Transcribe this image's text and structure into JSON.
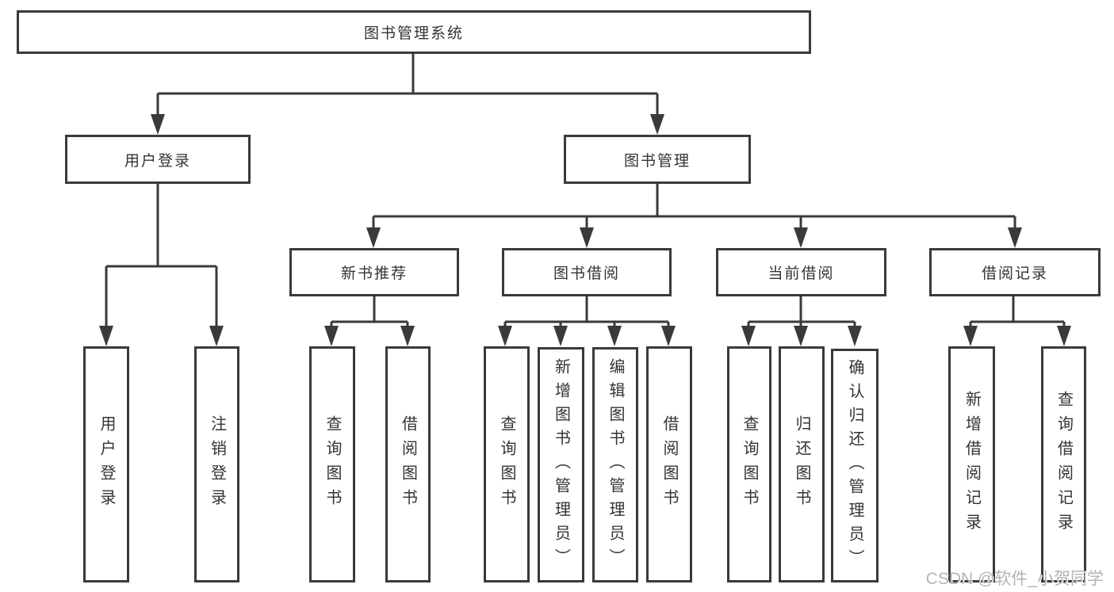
{
  "colors": {
    "line": "#3a3a3a",
    "text": "#333333",
    "watermark_text": "#b3b3b3",
    "background": "#ffffff"
  },
  "tree": {
    "label": "图书管理系统",
    "children": [
      {
        "label": "用户登录",
        "children": [
          {
            "label": "用户登录"
          },
          {
            "label": "注销登录"
          }
        ]
      },
      {
        "label": "图书管理",
        "children": [
          {
            "label": "新书推荐",
            "children": [
              {
                "label": "查询图书"
              },
              {
                "label": "借阅图书"
              }
            ]
          },
          {
            "label": "图书借阅",
            "children": [
              {
                "label": "查询图书"
              },
              {
                "label": "新增图书（管理员）"
              },
              {
                "label": "编辑图书（管理员）"
              },
              {
                "label": "借阅图书"
              }
            ]
          },
          {
            "label": "当前借阅",
            "children": [
              {
                "label": "查询图书"
              },
              {
                "label": "归还图书"
              },
              {
                "label": "确认归还（管理员）"
              }
            ]
          },
          {
            "label": "借阅记录",
            "children": [
              {
                "label": "新增借阅记录"
              },
              {
                "label": "查询借阅记录"
              }
            ]
          }
        ]
      }
    ]
  },
  "watermark": {
    "text": "CSDN @软件_小贺同学"
  }
}
